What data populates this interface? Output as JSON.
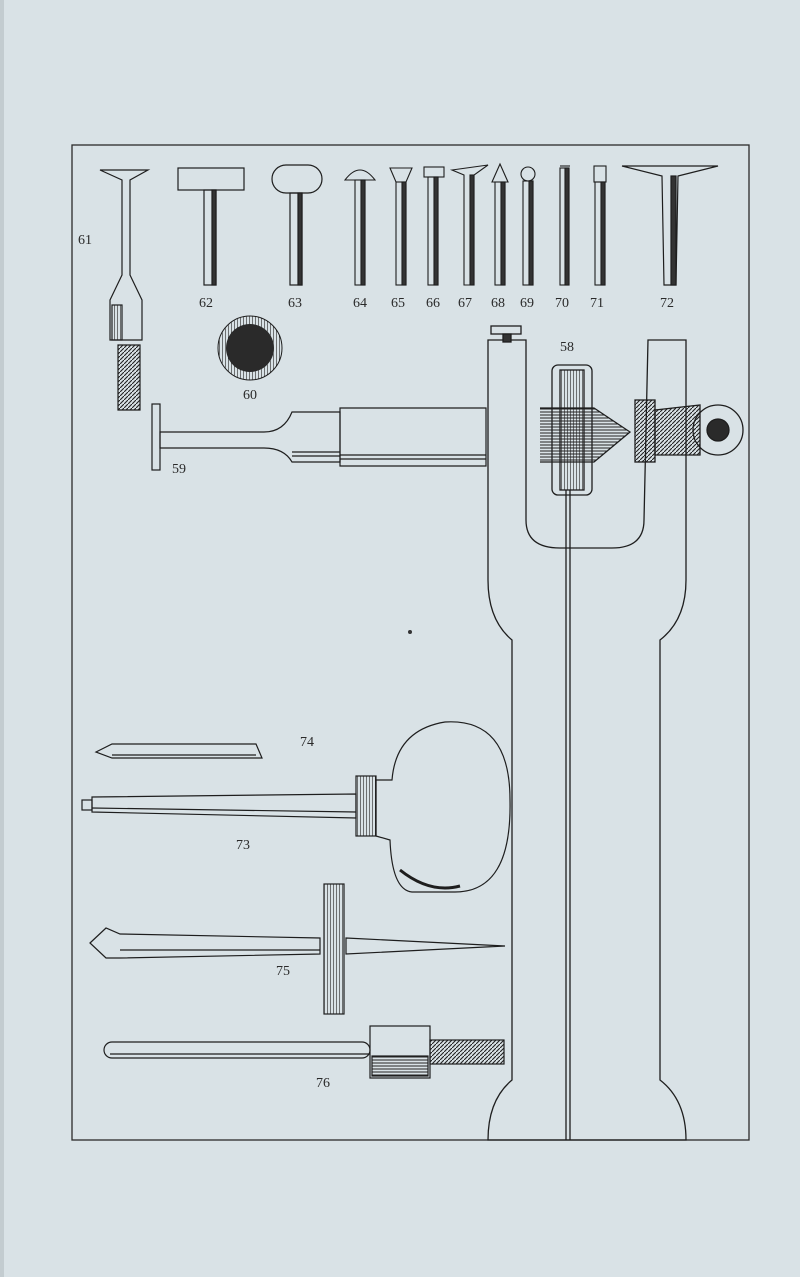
{
  "plate": {
    "colors": {
      "background": "#d9e2e6",
      "ink": "#1e1e1e",
      "frame": "#2b2b2b"
    },
    "labels": {
      "f58": "58",
      "f59": "59",
      "f60": "60",
      "f61": "61",
      "f62": "62",
      "f63": "63",
      "f64": "64",
      "f65": "65",
      "f66": "66",
      "f67": "67",
      "f68": "68",
      "f69": "69",
      "f70": "70",
      "f71": "71",
      "f72": "72",
      "f73": "73",
      "f74": "74",
      "f75": "75",
      "f76": "76"
    }
  }
}
